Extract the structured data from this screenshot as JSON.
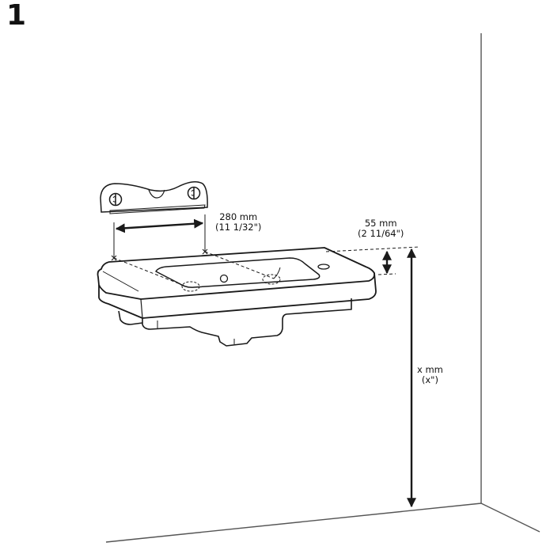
{
  "step": {
    "number": "1"
  },
  "dimensions": {
    "bracket_spacing": {
      "metric": "280 mm",
      "imperial": "(11 1/32\")"
    },
    "sink_height_offset": {
      "metric": "55 mm",
      "imperial": "(2 11/64\")"
    },
    "mounting_height": {
      "metric": "x mm",
      "imperial": "(x\")"
    }
  },
  "parts": [
    "wall-bracket",
    "washbasin",
    "wall",
    "floor"
  ],
  "colors": {
    "line": "#1a1a1a",
    "wall_line": "#555555",
    "background": "#ffffff"
  }
}
